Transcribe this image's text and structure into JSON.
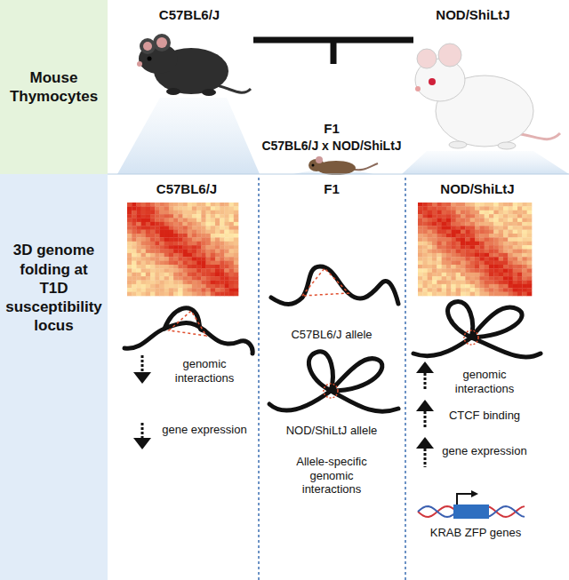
{
  "diagram": {
    "nodes": [
      {
        "text": [
          "Mouse Thymocytes"
        ]
      },
      {
        "text": [
          "3D genome folding at T1D susceptibility locus"
        ]
      }
    ],
    "labels": [
      "C57BL6/J",
      "NOD/ShiLtJ",
      "F1",
      "C57BL6/J x NOD/ShiLtJ",
      "C57BL6/J",
      "F1",
      "NOD/ShiLtJ",
      "C57BL6/J allele",
      "NOD/ShiLtJ allele",
      "Allele-specific genomic interactions",
      "genomic interactions",
      "gene expression",
      "genomic interactions",
      "CTCF binding",
      "gene expression",
      "KRAB ZFP genes"
    ]
  }
}
